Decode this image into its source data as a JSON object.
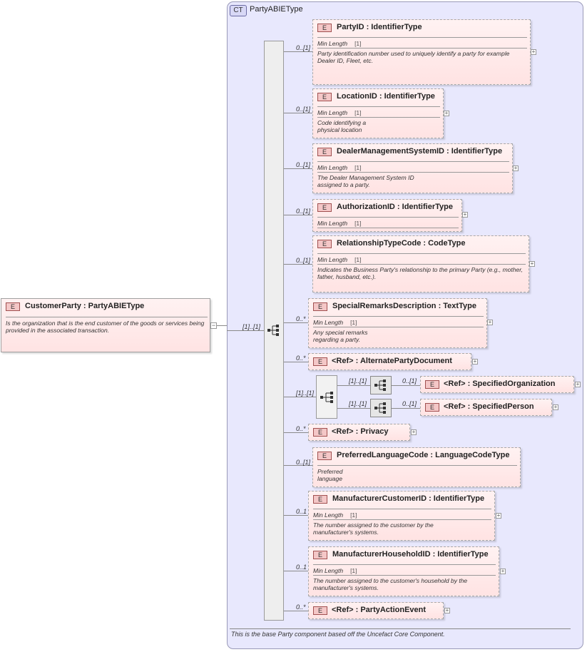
{
  "complex_type": {
    "badge": "CT",
    "title": "PartyABIEType",
    "footer": "This is the base Party component based off the Uncefact Core Component."
  },
  "root": {
    "badge": "E",
    "title": "CustomerParty  : PartyABIEType",
    "doc": "Is the organization that is the end customer of the goods or services being provided in the associated transaction.",
    "multiplicity": "[1]..[1]"
  },
  "choice": {
    "multiplicity": "[1]..[1]",
    "branches": [
      {
        "multiplicity_in": "[1]..[1]",
        "multiplicity_out": "0..[1]",
        "badge": "E",
        "title": "<Ref>      : SpecifiedOrganization"
      },
      {
        "multiplicity_in": "[1]..[1]",
        "multiplicity_out": "0..[1]",
        "badge": "E",
        "title": "<Ref>      : SpecifiedPerson"
      }
    ]
  },
  "elements": [
    {
      "badge": "E",
      "multiplicity": "0..[1]",
      "title": "PartyID    : IdentifierType",
      "facet_label": "Min Length",
      "facet_value": "[1]",
      "doc": "Party identification number used to uniquely identify a party for example Dealer ID, Fleet, etc."
    },
    {
      "badge": "E",
      "multiplicity": "0..[1]",
      "title": "LocationID  : IdentifierType",
      "facet_label": "Min Length",
      "facet_value": "[1]",
      "doc": "Code identifying a physical location"
    },
    {
      "badge": "E",
      "multiplicity": "0..[1]",
      "title": "DealerManagementSystemID  : IdentifierType",
      "facet_label": "Min Length",
      "facet_value": "[1]",
      "doc": "The Dealer Management System ID assigned to a party."
    },
    {
      "badge": "E",
      "multiplicity": "0..[1]",
      "title": "AuthorizationID  : IdentifierType",
      "facet_label": "Min Length",
      "facet_value": "[1]",
      "doc": ""
    },
    {
      "badge": "E",
      "multiplicity": "0..[1]",
      "title": "RelationshipTypeCode  : CodeType",
      "facet_label": "Min Length",
      "facet_value": "[1]",
      "doc": "Indicates the Business Party's relationship to the primary Party (e.g., mother, father, husband, etc.)."
    },
    {
      "badge": "E",
      "multiplicity": "0..*",
      "title": "SpecialRemarksDescription  : TextType",
      "facet_label": "Min Length",
      "facet_value": "[1]",
      "doc": "Any special remarks regarding a party."
    },
    {
      "badge": "E",
      "multiplicity": "0..*",
      "title": "<Ref>      : AlternatePartyDocument",
      "facet_label": "",
      "facet_value": "",
      "doc": ""
    },
    {
      "badge": "E",
      "multiplicity": "0..*",
      "title": "<Ref>      : Privacy",
      "facet_label": "",
      "facet_value": "",
      "doc": ""
    },
    {
      "badge": "E",
      "multiplicity": "0..[1]",
      "title": "PreferredLanguageCode  : LanguageCodeType",
      "facet_label": "",
      "facet_value": "",
      "doc": "Preferred language"
    },
    {
      "badge": "E",
      "multiplicity": "0..1",
      "title": "ManufacturerCustomerID  : IdentifierType",
      "facet_label": "Min Length",
      "facet_value": "[1]",
      "doc": "The number assigned to the customer by the manufacturer's systems."
    },
    {
      "badge": "E",
      "multiplicity": "0..1",
      "title": "ManufacturerHouseholdID  : IdentifierType",
      "facet_label": "Min Length",
      "facet_value": "[1]",
      "doc": "The number assigned to the customer's household by the manufacturer's systems."
    },
    {
      "badge": "E",
      "multiplicity": "0..*",
      "title": "<Ref>      : PartyActionEvent",
      "facet_label": "",
      "facet_value": "",
      "doc": ""
    }
  ]
}
